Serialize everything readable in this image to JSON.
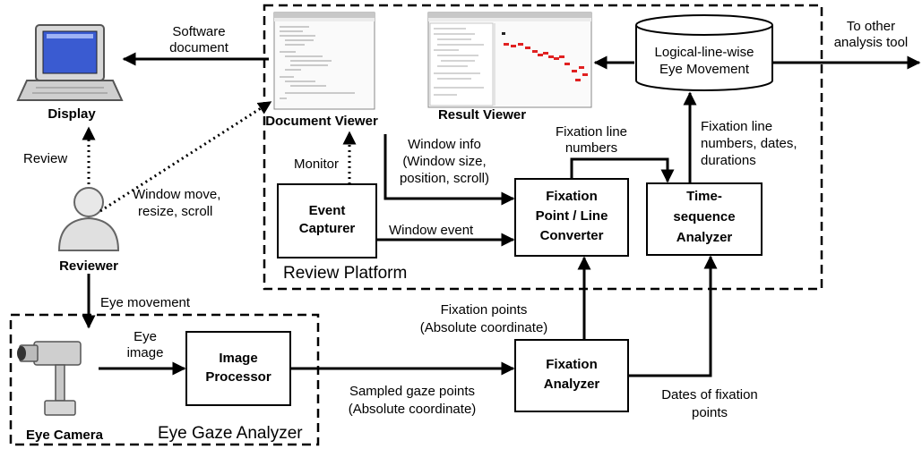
{
  "nodes": {
    "display": "Display",
    "document_viewer": "Document Viewer",
    "result_viewer": "Result Viewer",
    "database": [
      "Logical-line-wise",
      "Eye Movement"
    ],
    "reviewer": "Reviewer",
    "event_capturer": [
      "Event",
      "Capturer"
    ],
    "fixation_converter": [
      "Fixation",
      "Point / Line",
      "Converter"
    ],
    "time_sequence_analyzer": [
      "Time-",
      "sequence",
      "Analyzer"
    ],
    "eye_camera": "Eye Camera",
    "image_processor": [
      "Image",
      "Processor"
    ],
    "fixation_analyzer": [
      "Fixation",
      "Analyzer"
    ]
  },
  "regions": {
    "review_platform": "Review Platform",
    "eye_gaze_analyzer": "Eye Gaze Analyzer"
  },
  "edge_labels": {
    "software_document": [
      "Software",
      "document"
    ],
    "to_other_tool": [
      "To other",
      "analysis tool"
    ],
    "review": "Review",
    "monitor": "Monitor",
    "window_info": [
      "Window info",
      "(Window size,",
      "position, scroll)"
    ],
    "fixation_line_numbers": [
      "Fixation line",
      "numbers"
    ],
    "fixation_line_numbers_dates": [
      "Fixation line",
      "numbers, dates,",
      "durations"
    ],
    "window_move": [
      "Window move,",
      "resize, scroll"
    ],
    "window_event": "Window event",
    "eye_movement": "Eye movement",
    "eye_image": [
      "Eye",
      "image"
    ],
    "fixation_points": [
      "Fixation points",
      "(Absolute coordinate)"
    ],
    "sampled_gaze_points": [
      "Sampled gaze points",
      "(Absolute coordinate)"
    ],
    "dates_of_fixation": [
      "Dates of fixation",
      "points"
    ]
  }
}
